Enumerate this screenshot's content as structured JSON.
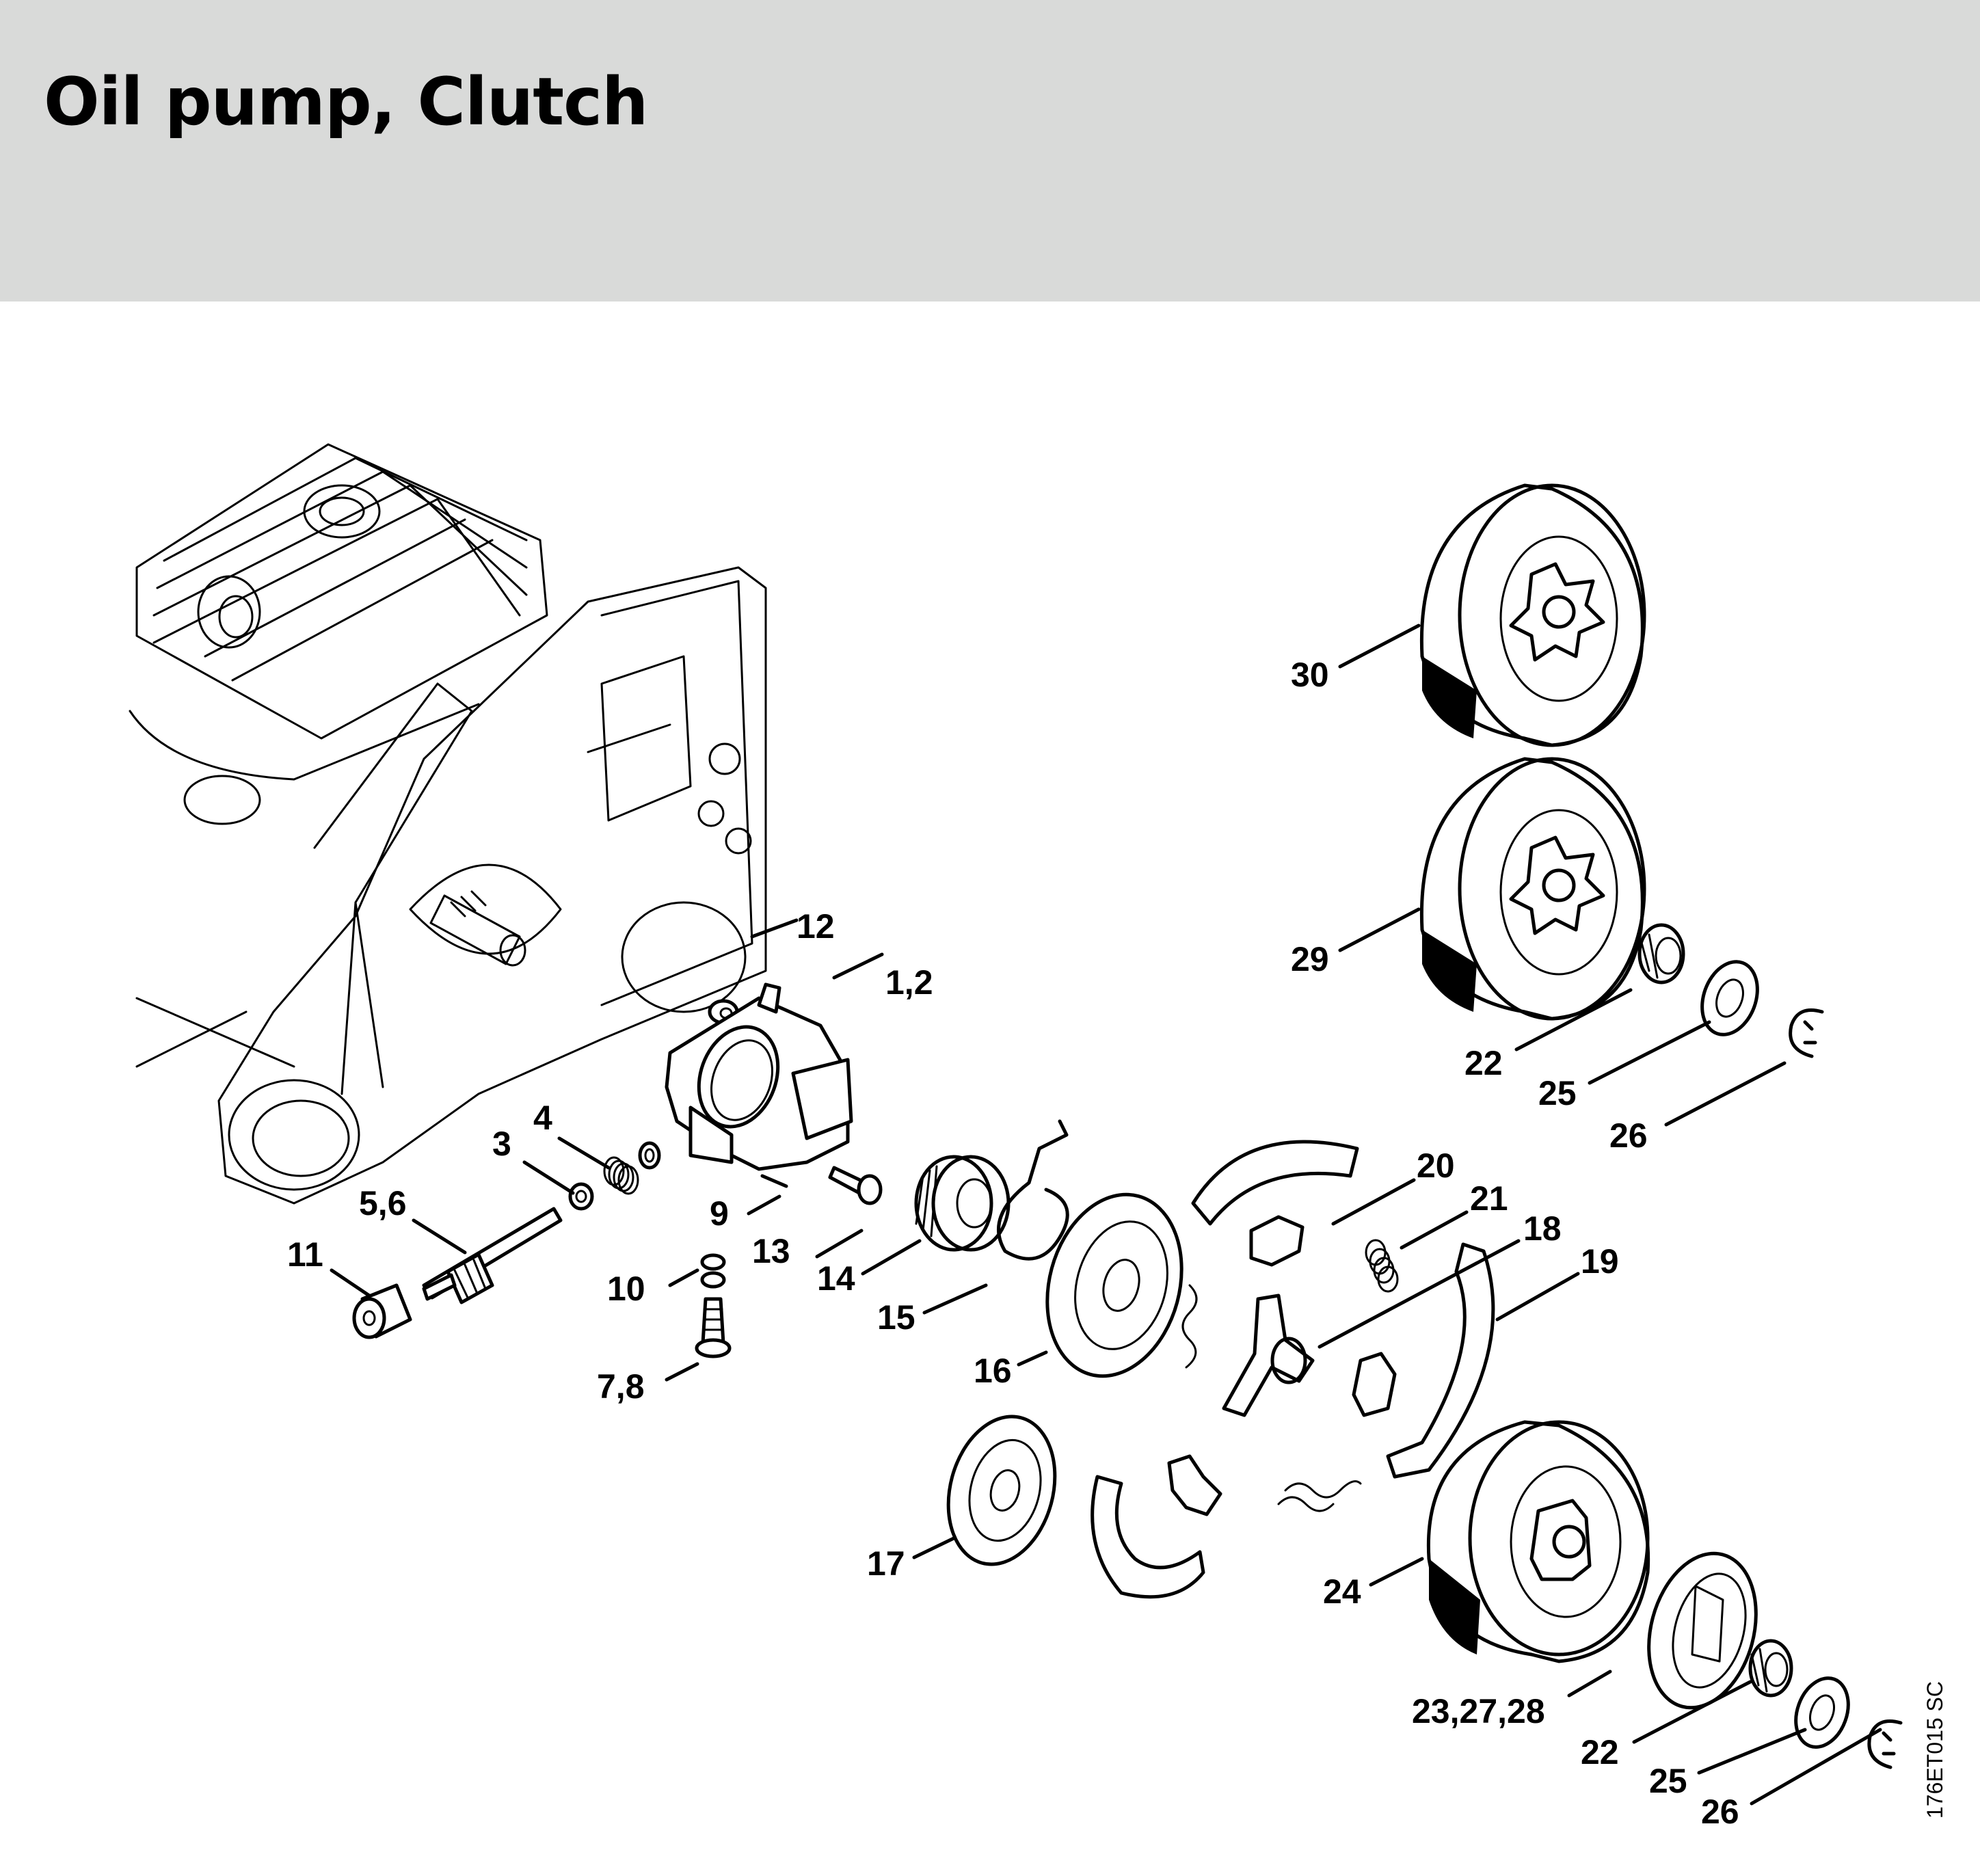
{
  "header": {
    "title": "Oil pump, Clutch"
  },
  "diagram": {
    "reference_code": "176ET015 SC",
    "labels": {
      "l30": "30",
      "l29": "29",
      "l22a": "22",
      "l25a": "25",
      "l26a": "26",
      "l12": "12",
      "l1_2": "1,2",
      "l4": "4",
      "l3": "3",
      "l5_6": "5,6",
      "l11": "11",
      "l9": "9",
      "l13": "13",
      "l10": "10",
      "l7_8": "7,8",
      "l14": "14",
      "l15": "15",
      "l16": "16",
      "l17": "17",
      "l20": "20",
      "l21": "21",
      "l18": "18",
      "l19": "19",
      "l24": "24",
      "l23_27_28": "23,27,28",
      "l22b": "22",
      "l25b": "25",
      "l26b": "26"
    }
  }
}
